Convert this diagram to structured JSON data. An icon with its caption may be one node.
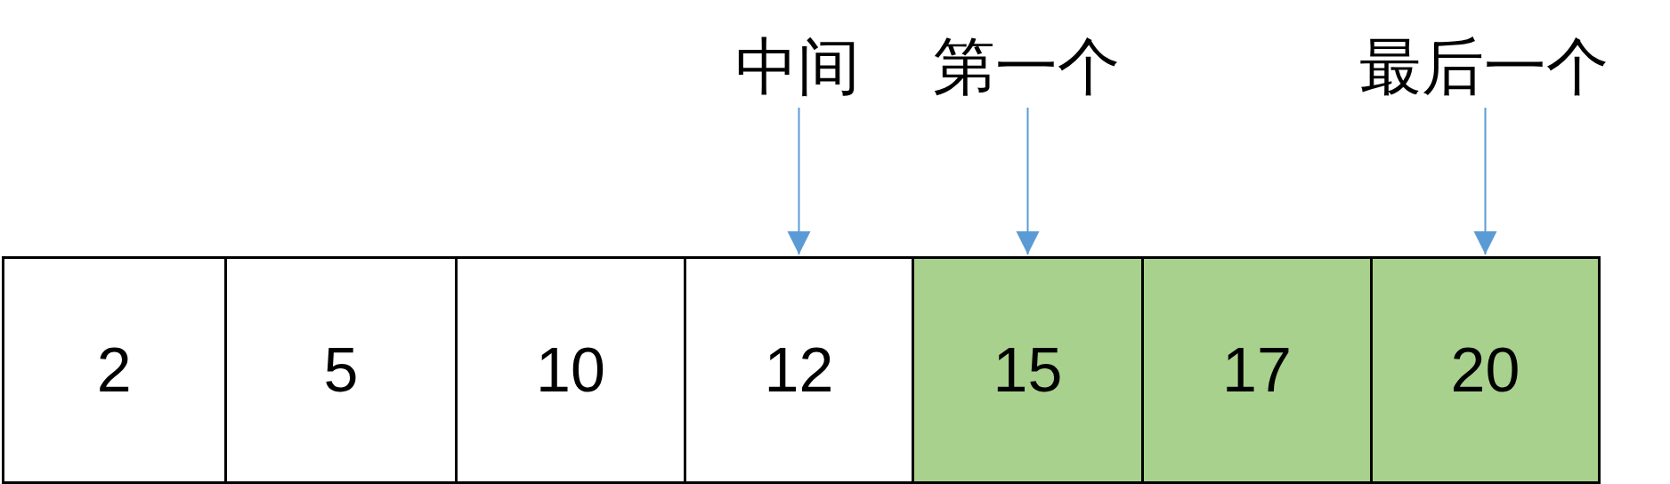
{
  "diagram": {
    "nodes": [
      {
        "text": [
          "中间"
        ]
      },
      {
        "text": [
          "第一个"
        ]
      },
      {
        "text": [
          "最后一个"
        ]
      },
      {
        "text": [
          "2"
        ]
      },
      {
        "text": [
          "5"
        ]
      },
      {
        "text": [
          "10"
        ]
      },
      {
        "text": [
          "12"
        ]
      },
      {
        "text": [
          "15"
        ]
      },
      {
        "text": [
          "17"
        ]
      },
      {
        "text": [
          "20"
        ]
      }
    ],
    "edges": [
      {
        "from": 0,
        "to": 6,
        "arrow": "to"
      },
      {
        "from": 1,
        "to": 7,
        "arrow": "to"
      },
      {
        "from": 2,
        "to": 9,
        "arrow": "to"
      }
    ]
  }
}
